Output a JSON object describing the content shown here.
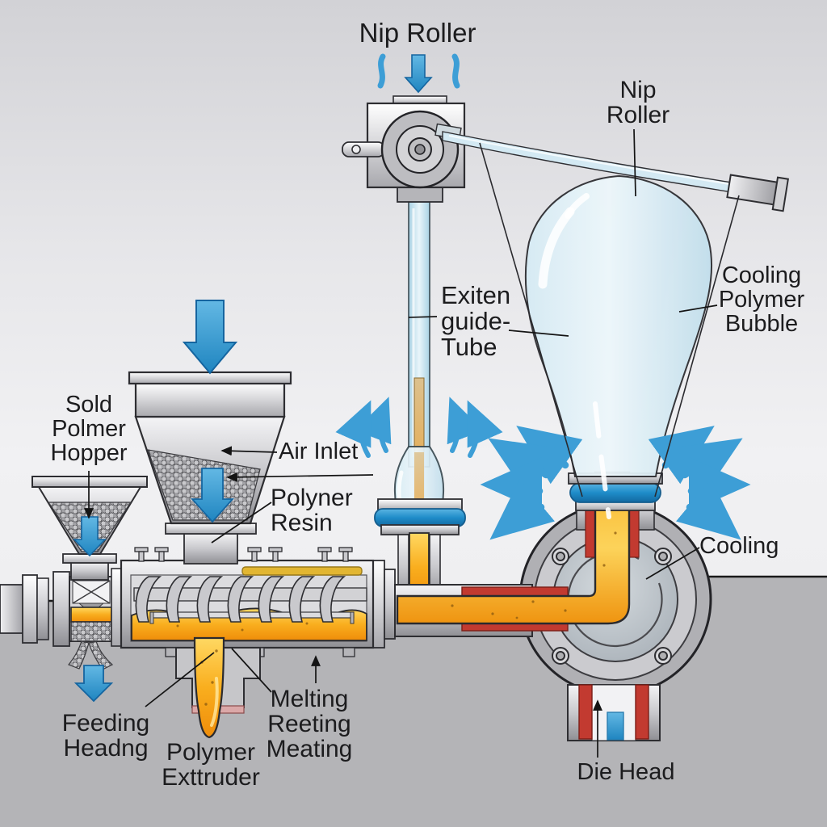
{
  "diagram": "blown film extrusion process",
  "labels": {
    "nip_roller_top": "Nip Roller",
    "nip_roller_right": "Nip\nRoller",
    "cooling_polymer_bubble": "Cooling\nPolymer\nBubble",
    "exiten_guide_tube": "Exiten\nguide-\nTube",
    "solid_polymer_hopper": "Sold\nPolmer\nHopper",
    "air_inlet": "Air Inlet",
    "polymer_resin": "Polyner\nResin",
    "feeding_heading": "Feeding\nHeadng",
    "polymer_extruder": "Polymer\nExttruder",
    "melting_heating": "Melting\nReeting\nMeating",
    "cooling": "Cooling",
    "die_head": "Die Head"
  },
  "icons": {
    "feed-arrow": "solid blue down arrow",
    "airflow-arrow": "curved blue arrow",
    "leader-arrow": "black triangle arrowhead"
  },
  "colors": {
    "arrow_blue": "#3d9ed6",
    "molten_orange": "#f6a61c",
    "heater_yellow": "#e2b632",
    "pipe_red": "#c23a30",
    "air_ring_blue": "#2f96d0",
    "film_blue": "#d3e9f3",
    "bubble_blue": "#dbeef6",
    "ground_gray": "#b4b4b7",
    "machine_gray": "#c9c9cd"
  }
}
